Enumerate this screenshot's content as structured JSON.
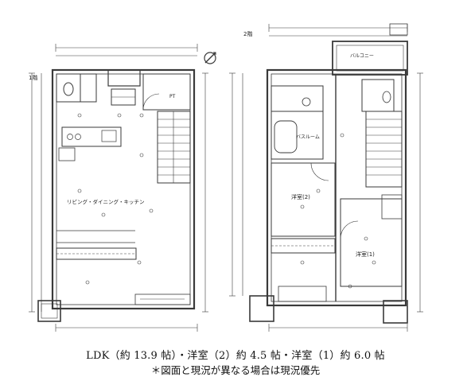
{
  "plan": {
    "floor_labels": [
      "1階",
      "2階"
    ],
    "rooms": {
      "ldk": "リビング・ダイニング・キッチン",
      "bath": "バスルーム",
      "western2": "洋室(2)",
      "western1": "洋室(1)",
      "balcony": "バルコニー",
      "pt": "PT"
    },
    "caption": "LDK（約 13.9 帖）・洋室（2）約 4.5 帖・洋室（1）約 6.0 帖",
    "disclaimer": "＊図面と現況が異なる場合は現況優先"
  },
  "colors": {
    "line": "#3a3a3a",
    "paper": "#ffffff"
  },
  "icons": [
    "north-arrow-icon",
    "toilet-icon",
    "bathtub-icon",
    "sink-icon"
  ]
}
